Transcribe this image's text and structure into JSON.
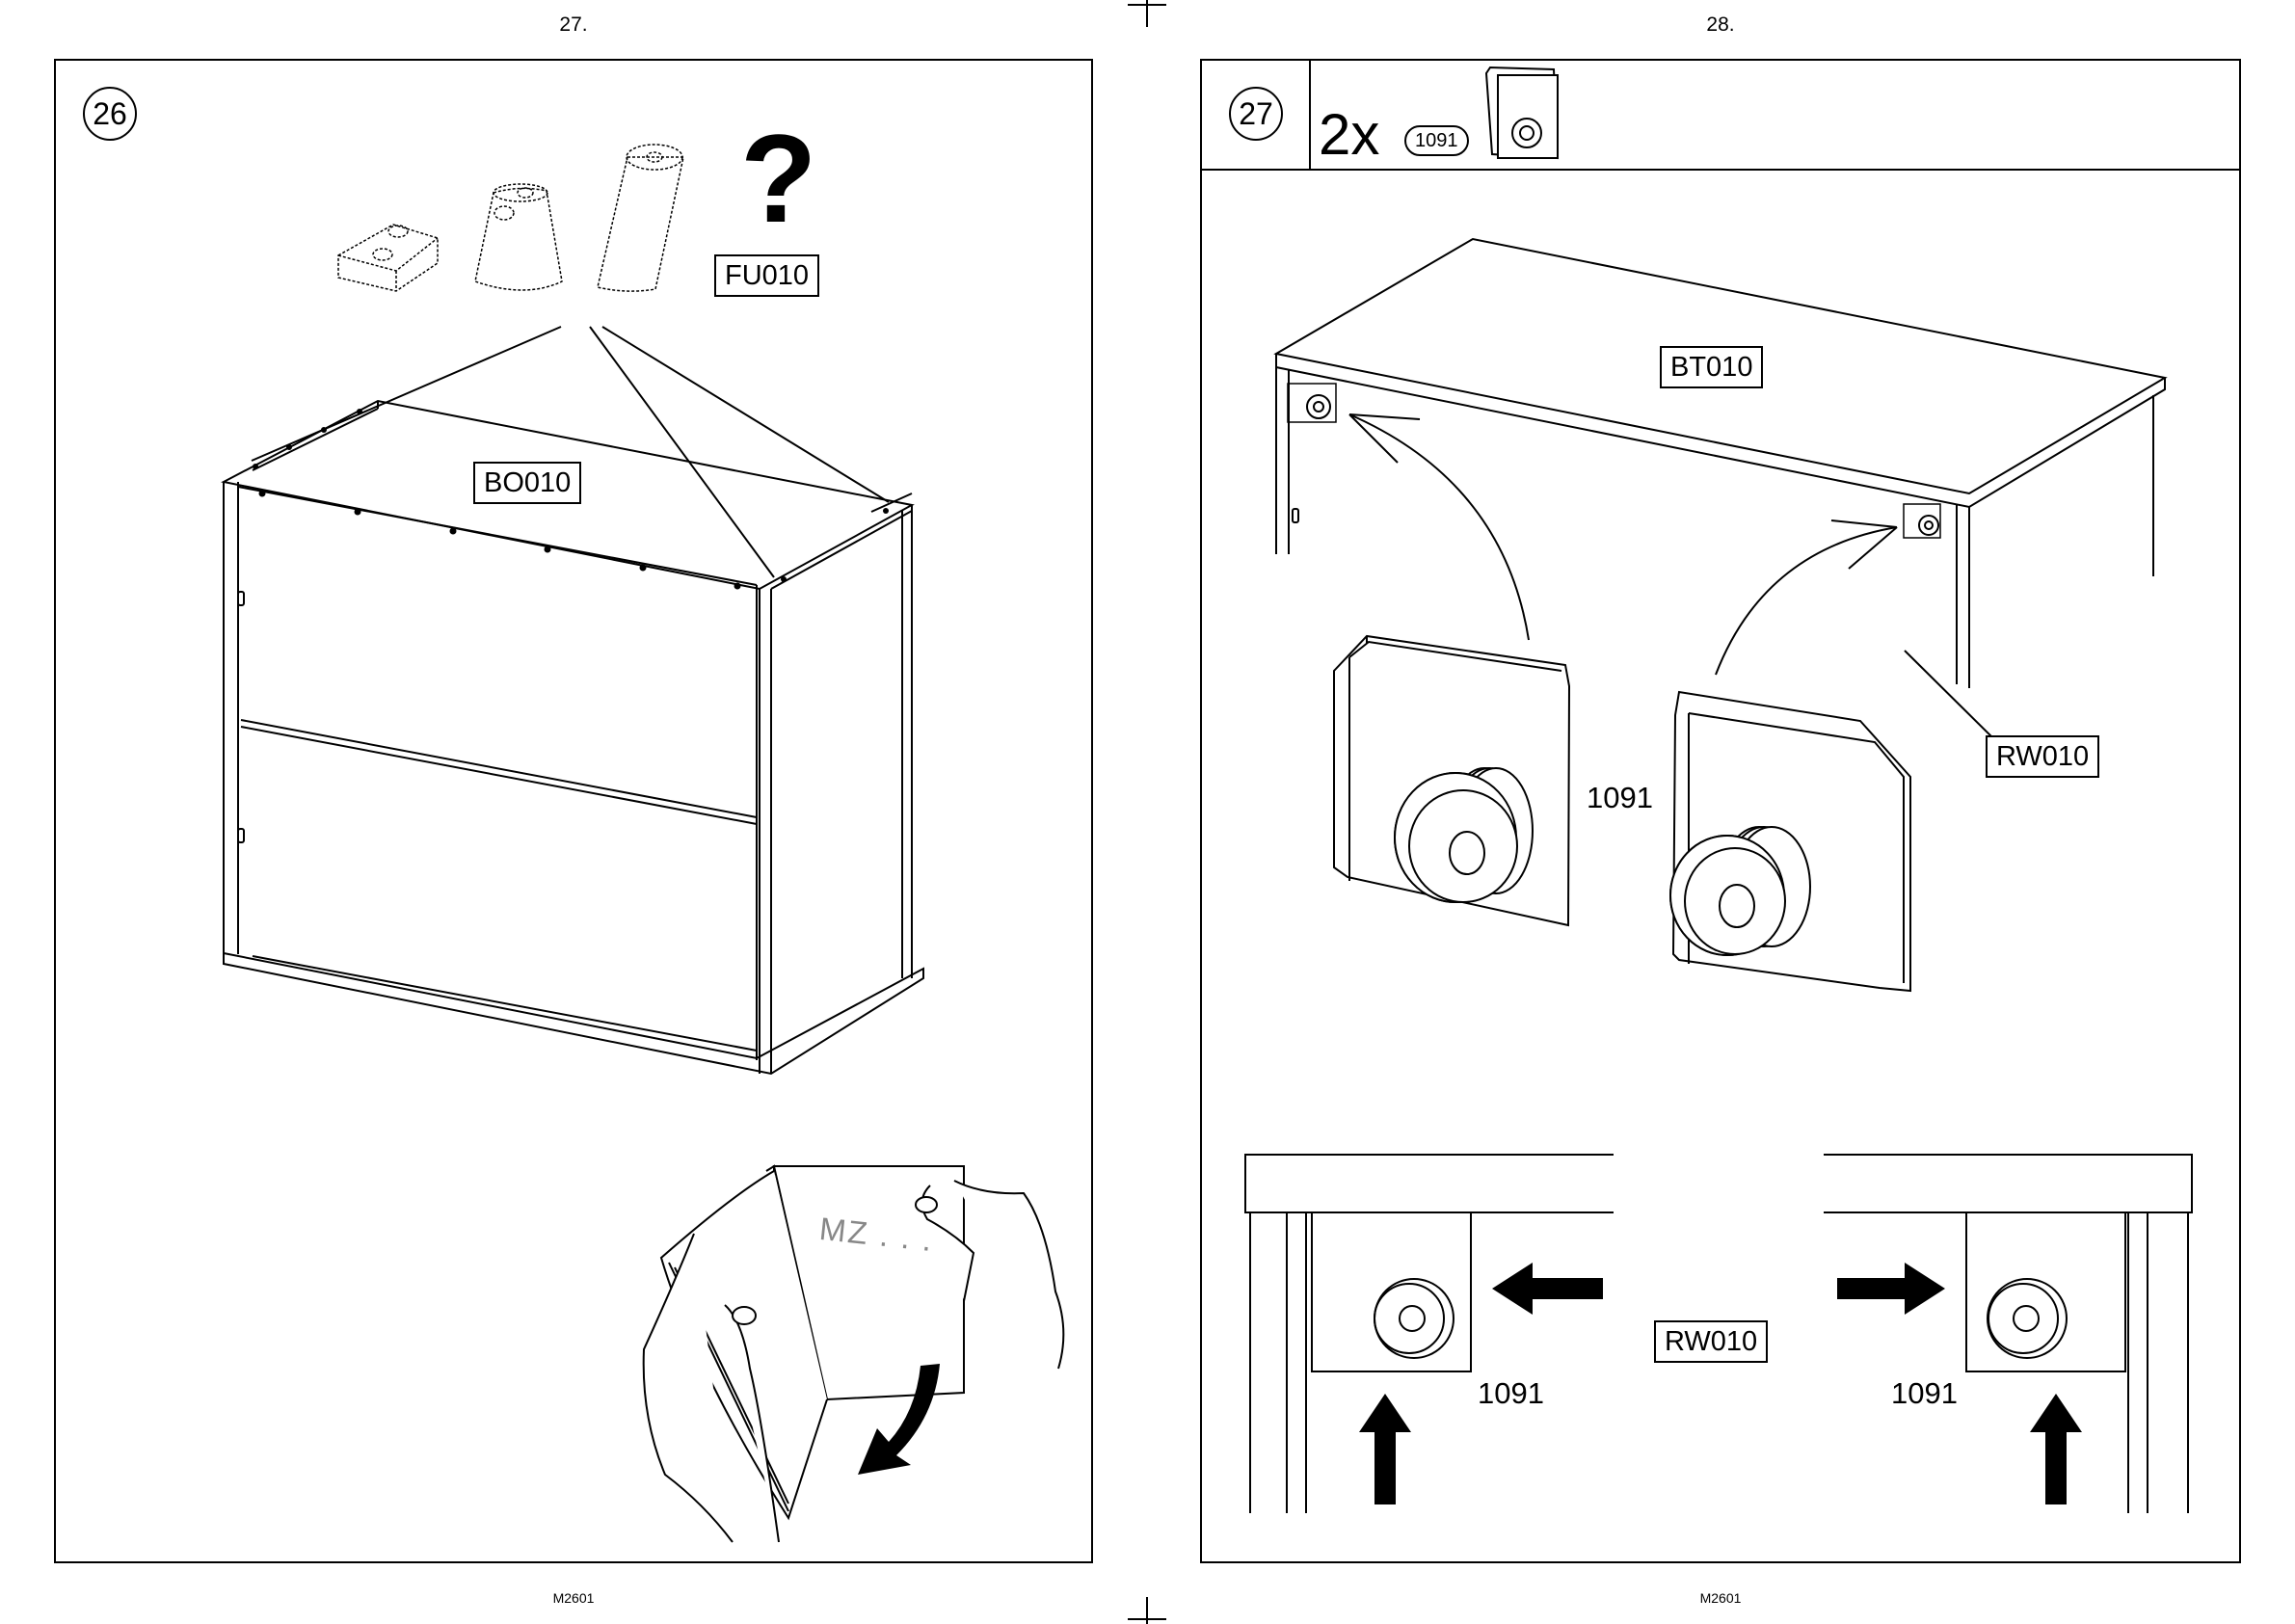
{
  "pages": [
    {
      "number": "27.",
      "footer": "M2601",
      "step": "26",
      "labels": {
        "fittings": "FU010",
        "board": "BO010"
      },
      "question": "?",
      "note_text": "MZ . . ."
    },
    {
      "number": "28.",
      "footer": "M2601",
      "step": "27",
      "quantity": "2x",
      "part_code": "1091",
      "labels": {
        "top": "BT010",
        "rail": "RW010",
        "rail_detail": "RW010"
      },
      "callouts": {
        "part_large": "1091",
        "part_left": "1091",
        "part_right": "1091"
      }
    }
  ]
}
